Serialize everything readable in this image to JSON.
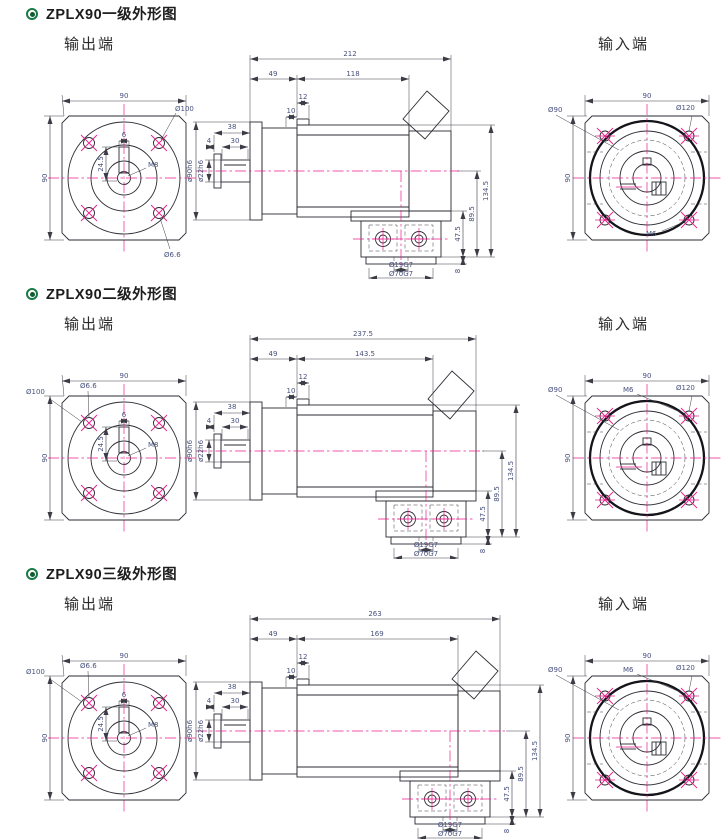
{
  "sections": [
    {
      "title": "ZPLX90一级外形图",
      "output_label": "输出端",
      "input_label": "输入端",
      "output_view": {
        "size_w": "90",
        "size_h": "90",
        "bolt_circle": "Ø100",
        "hole_dia": "Ø6.6",
        "center_tap": "M8",
        "key_width": "6",
        "key_height": "24.5"
      },
      "side_view": {
        "total_length": "212",
        "front_length": "49",
        "body_length": "118",
        "step_12": "12",
        "step_10": "10",
        "shaft_length": "38",
        "key_length": "30",
        "tip_step": "4",
        "spigot_dia": "ø90h6",
        "shaft_dia": "ø22h6",
        "height_total": "134.5",
        "height_center": "89.5",
        "height_flange": "47.5",
        "plate_8": "8",
        "input_bore": "Ø19G7",
        "input_pilot": "Ø70G7"
      },
      "input_view": {
        "size_w": "90",
        "size_h": "90",
        "pilot_dia": "Ø90",
        "bolt_circle": "Ø120",
        "tap": "M6"
      }
    },
    {
      "title": "ZPLX90二级外形图",
      "output_label": "输出端",
      "input_label": "输入端",
      "output_view": {
        "size_w": "90",
        "size_h": "90",
        "bolt_circle": "Ø100",
        "hole_dia": "Ø6.6",
        "center_tap": "M8",
        "key_width": "6",
        "key_height": "24.5"
      },
      "side_view": {
        "total_length": "237.5",
        "front_length": "49",
        "body_length": "143.5",
        "step_12": "12",
        "step_10": "10",
        "shaft_length": "38",
        "key_length": "30",
        "tip_step": "4",
        "spigot_dia": "ø90h6",
        "shaft_dia": "ø22h6",
        "height_total": "134.5",
        "height_center": "89.5",
        "height_flange": "47.5",
        "plate_8": "8",
        "input_bore": "Ø19G7",
        "input_pilot": "Ø70G7"
      },
      "input_view": {
        "size_w": "90",
        "size_h": "90",
        "pilot_dia": "Ø90",
        "bolt_circle": "Ø120",
        "tap": "M6"
      }
    },
    {
      "title": "ZPLX90三级外形图",
      "output_label": "输出端",
      "input_label": "输入端",
      "output_view": {
        "size_w": "90",
        "size_h": "90",
        "bolt_circle": "Ø100",
        "hole_dia": "Ø6.6",
        "center_tap": "M8",
        "key_width": "6",
        "key_height": "24.5"
      },
      "side_view": {
        "total_length": "263",
        "front_length": "49",
        "body_length": "169",
        "step_12": "12",
        "step_10": "10",
        "shaft_length": "38",
        "key_length": "30",
        "tip_step": "4",
        "spigot_dia": "ø90h6",
        "shaft_dia": "ø22h6",
        "height_total": "134.5",
        "height_center": "89.5",
        "height_flange": "47.5",
        "plate_8": "8",
        "input_bore": "Ø19G7",
        "input_pilot": "Ø70G7"
      },
      "input_view": {
        "size_w": "90",
        "size_h": "90",
        "pilot_dia": "Ø90",
        "bolt_circle": "Ø120",
        "tap": "M6"
      }
    }
  ]
}
